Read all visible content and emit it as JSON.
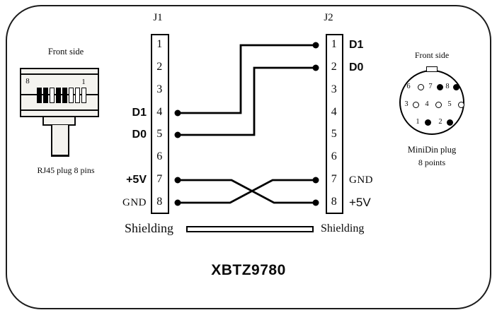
{
  "title": "XBTZ9780",
  "j1": {
    "name": "J1",
    "pins": [
      "1",
      "2",
      "3",
      "4",
      "5",
      "6",
      "7",
      "8"
    ],
    "side_labels": {
      "pin4": "D1",
      "pin5": "D0",
      "pin7": "+5V",
      "pin8": "GND"
    },
    "shielding_label": "Shielding"
  },
  "j2": {
    "name": "J2",
    "pins": [
      "1",
      "2",
      "3",
      "4",
      "5",
      "6",
      "7",
      "8"
    ],
    "side_labels": {
      "pin1": "D1",
      "pin2": "D0",
      "pin7": "GND",
      "pin8": "+5V"
    },
    "shielding_label": "Shielding"
  },
  "connections": [
    {
      "from": "J1.4",
      "to": "J2.1",
      "signal": "D1"
    },
    {
      "from": "J1.5",
      "to": "J2.2",
      "signal": "D0"
    },
    {
      "from": "J1.7",
      "to": "J2.8",
      "signal": "+5V"
    },
    {
      "from": "J1.8",
      "to": "J2.7",
      "signal": "GND"
    }
  ],
  "rj45": {
    "front_side": "Front side",
    "corner_left": "8",
    "corner_right": "1",
    "caption": "RJ45 plug 8 pins"
  },
  "minidin": {
    "front_side": "Front side",
    "caption_line1": "MiniDin plug",
    "caption_line2": "8 points",
    "pins": [
      {
        "n": "6",
        "filled": false
      },
      {
        "n": "7",
        "filled": true
      },
      {
        "n": "8",
        "filled": true
      },
      {
        "n": "3",
        "filled": false
      },
      {
        "n": "4",
        "filled": false
      },
      {
        "n": "5",
        "filled": false
      },
      {
        "n": "1",
        "filled": true
      },
      {
        "n": "2",
        "filled": true
      }
    ]
  }
}
